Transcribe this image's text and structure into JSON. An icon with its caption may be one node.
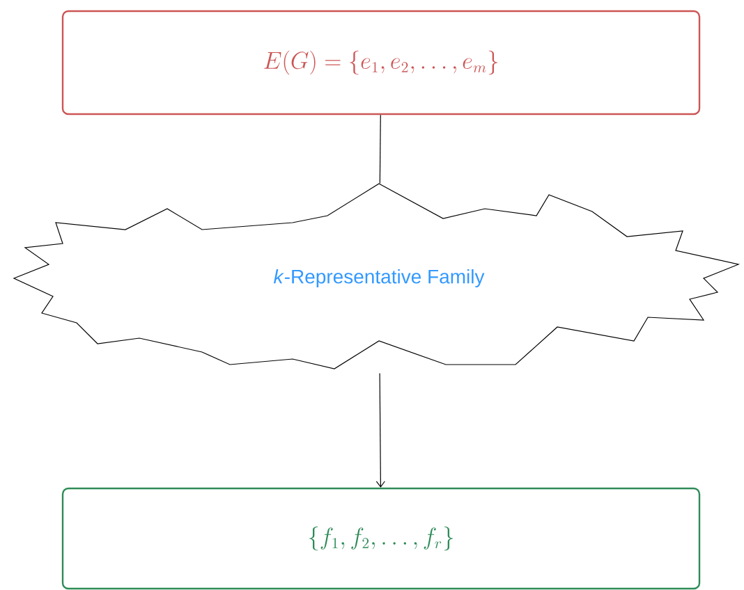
{
  "diagram": {
    "nodes": [
      {
        "text": [
          "E(G) = \\{e_1, e_2, \\ldots, e_m\\}"
        ]
      },
      {
        "text": [
          "*k*-Representative Family"
        ]
      },
      {
        "text": [
          "\\{f_1, f_2, \\ldots, f_r\\}"
        ]
      }
    ],
    "edges": [
      {
        "from": 0,
        "to": 1,
        "arrow": "none"
      },
      {
        "from": 1,
        "to": 2,
        "arrow": "to"
      }
    ]
  }
}
